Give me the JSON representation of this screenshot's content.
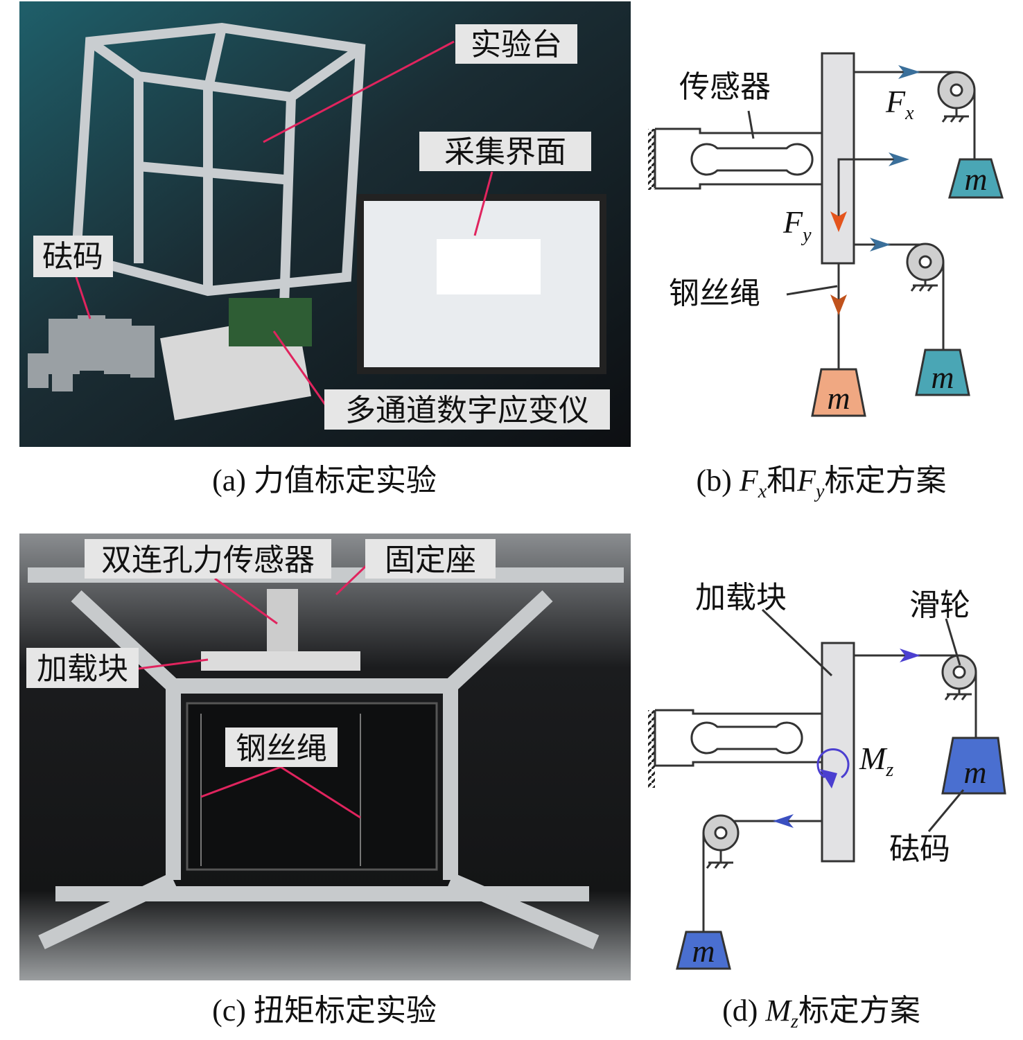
{
  "panel_a": {
    "labels": {
      "bench": "实验台",
      "interface": "采集界面",
      "weights": "砝码",
      "strain_meter": "多通道数字应变仪"
    },
    "caption": "(a) 力值标定实验"
  },
  "panel_b": {
    "labels": {
      "sensor": "传感器",
      "wire": "钢丝绳",
      "fx": "F",
      "fx_sub": "x",
      "fy": "F",
      "fy_sub": "y",
      "mass": "m"
    },
    "caption_prefix": "(b) ",
    "caption_f": "F",
    "caption_x": "x",
    "caption_and": "和",
    "caption_y": "y",
    "caption_suffix": "标定方案"
  },
  "panel_c": {
    "labels": {
      "sensor": "双连孔力传感器",
      "mount": "固定座",
      "load_block": "加载块",
      "wire": "钢丝绳"
    },
    "caption": "(c) 扭矩标定实验"
  },
  "panel_d": {
    "labels": {
      "load_block": "加载块",
      "pulley": "滑轮",
      "weight": "砝码",
      "mz": "M",
      "mz_sub": "z",
      "mass": "m"
    },
    "caption_prefix": "(d) ",
    "caption_m": "M",
    "caption_z": "z",
    "caption_suffix": "标定方案"
  },
  "colors": {
    "leader_red": "#e0245e",
    "arrow_blue": "#3a6f9a",
    "arrow_violet": "#4b3fd0",
    "fy_arrow": "#e4541c",
    "mass_teal": "#4aa6b5",
    "mass_orange": "#f0a882",
    "mass_blue": "#4a6fd0"
  }
}
